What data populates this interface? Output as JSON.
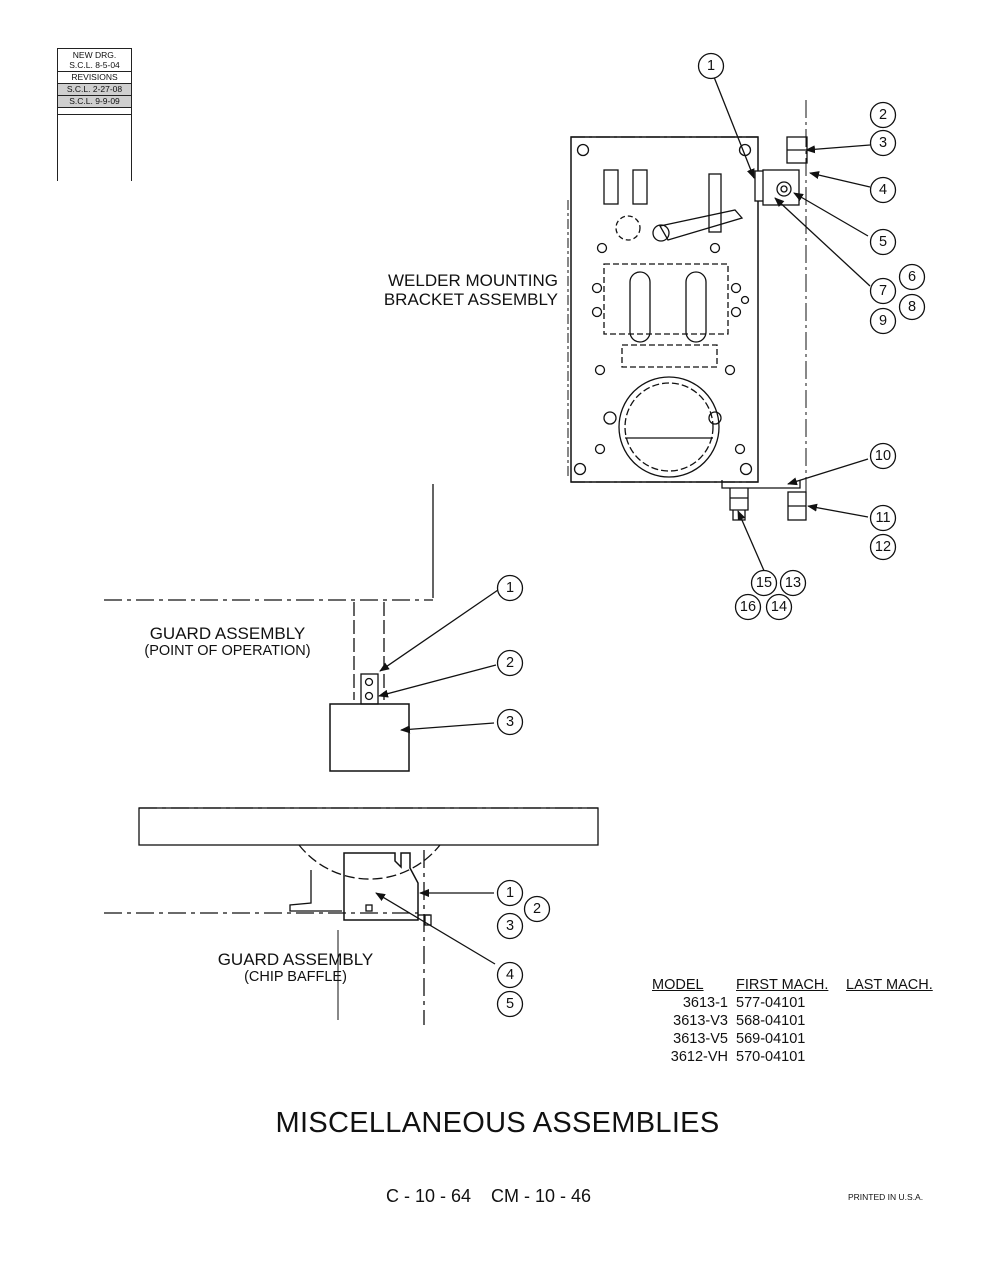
{
  "revision_block": {
    "new_drg": "NEW DRG.",
    "new_drg_date": "S.C.L. 8-5-04",
    "revisions_label": "REVISIONS",
    "revisions": [
      "S.C.L. 2-27-08",
      "S.C.L. 9-9-09"
    ]
  },
  "assemblies": {
    "welder_mounting": {
      "line1": "WELDER MOUNTING",
      "line2": "BRACKET ASSEMBLY",
      "callouts": [
        "1",
        "2",
        "3",
        "4",
        "5",
        "6",
        "7",
        "8",
        "9",
        "10",
        "11",
        "12",
        "13",
        "14",
        "15",
        "16"
      ]
    },
    "guard_point": {
      "line1": "GUARD ASSEMBLY",
      "line2": "(POINT OF OPERATION)",
      "callouts": [
        "1",
        "2",
        "3"
      ]
    },
    "guard_chip": {
      "line1": "GUARD ASSEMBLY",
      "line2": "(CHIP BAFFLE)",
      "callouts": [
        "1",
        "2",
        "3",
        "4",
        "5"
      ]
    }
  },
  "model_table": {
    "headers": [
      "MODEL",
      "FIRST MACH.",
      "LAST MACH."
    ],
    "rows": [
      [
        "3613-1",
        "577-04101",
        ""
      ],
      [
        "3613-V3",
        "568-04101",
        ""
      ],
      [
        "3613-V5",
        "569-04101",
        ""
      ],
      [
        "3612-VH",
        "570-04101",
        ""
      ]
    ]
  },
  "title": "MISCELLANEOUS ASSEMBLIES",
  "page_numbers": "C - 10 - 64    CM - 10 - 46",
  "printed": "PRINTED IN U.S.A."
}
